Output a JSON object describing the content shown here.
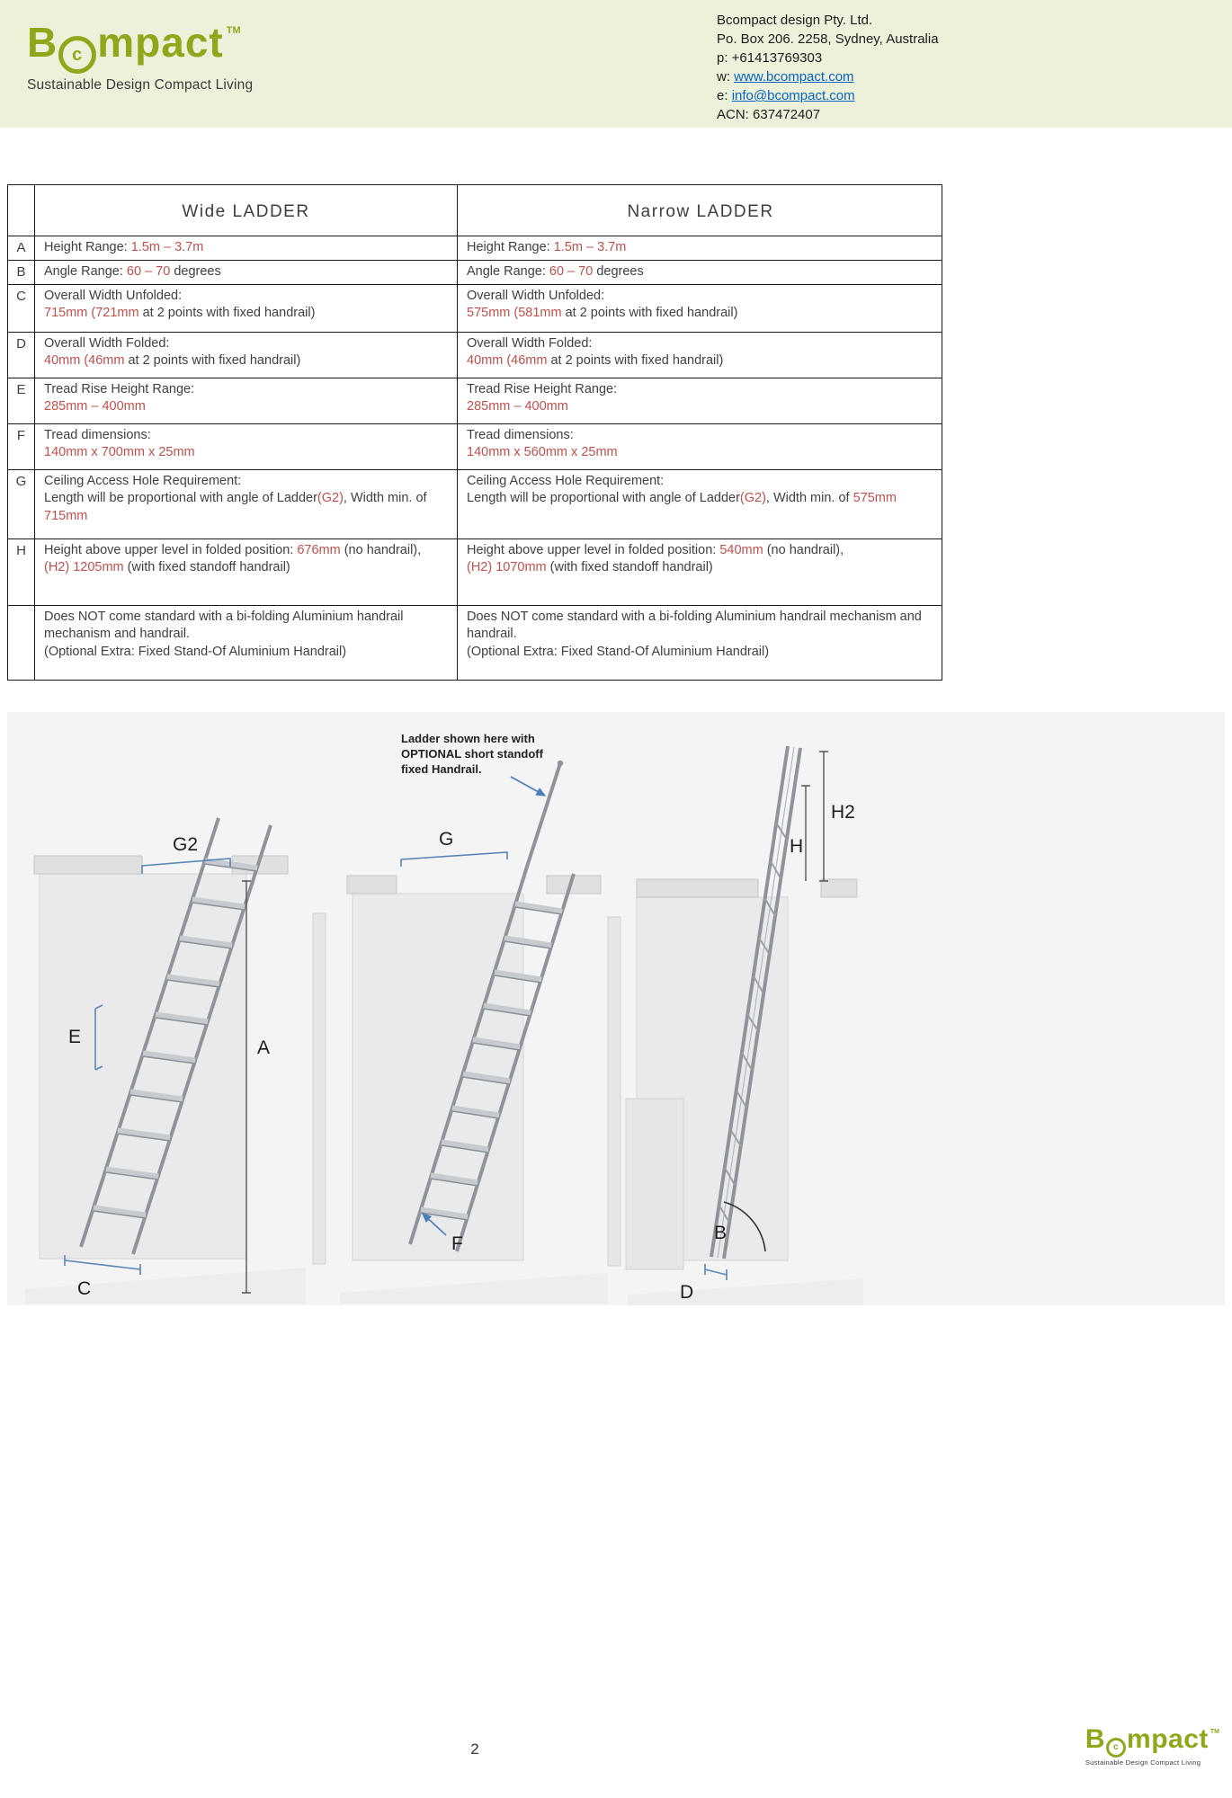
{
  "colors": {
    "brand_green": "#8fa71b",
    "value_red": "#c0504d",
    "link_blue": "#0563c1",
    "header_band": "#eef1da",
    "dimension_blue": "#5b86b8"
  },
  "brand": {
    "wordmark_pre": "B",
    "wordmark_ring": "c",
    "wordmark_post": "mpact",
    "trademark": "TM",
    "tagline": "Sustainable Design Compact Living"
  },
  "header": {
    "contact": {
      "company": "Bcompact design Pty. Ltd.",
      "address": "Po. Box 206. 2258, Sydney, Australia",
      "phone": "p: +61413769303",
      "web_prefix": "w: ",
      "web": "www.bcompact.com",
      "email_prefix": "e: ",
      "email": "info@bcompact.com",
      "acn": "ACN: 637472407"
    }
  },
  "table": {
    "wide_header": "Wide LADDER",
    "narrow_header": "Narrow LADDER",
    "rows": [
      {
        "letter": "A",
        "wide": [
          {
            "t": "Height Range: ",
            "c": "dk"
          },
          {
            "t": "1.5m – 3.7m",
            "c": "rd"
          }
        ],
        "narrow": [
          {
            "t": "Height Range: ",
            "c": "dk"
          },
          {
            "t": "1.5m – 3.7m",
            "c": "rd"
          }
        ]
      },
      {
        "letter": "B",
        "wide": [
          {
            "t": "Angle Range: ",
            "c": "dk"
          },
          {
            "t": "60 – 70",
            "c": "rd"
          },
          {
            "t": " degrees",
            "c": "dk"
          }
        ],
        "narrow": [
          {
            "t": "Angle Range: ",
            "c": "dk"
          },
          {
            "t": "60 – 70",
            "c": "rd"
          },
          {
            "t": " degrees",
            "c": "dk"
          }
        ]
      },
      {
        "letter": "C",
        "wide": [
          {
            "t": "Overall Width Unfolded:\n",
            "c": "dk"
          },
          {
            "t": "715mm (721mm",
            "c": "rd"
          },
          {
            "t": " at 2 points with fixed handrail)",
            "c": "dk"
          }
        ],
        "narrow": [
          {
            "t": "Overall Width Unfolded:\n",
            "c": "dk"
          },
          {
            "t": "575mm (581mm",
            "c": "rd"
          },
          {
            "t": " at 2 points with fixed handrail)",
            "c": "dk"
          }
        ]
      },
      {
        "letter": "D",
        "wide": [
          {
            "t": "Overall Width Folded:\n",
            "c": "dk"
          },
          {
            "t": "40mm (46mm",
            "c": "rd"
          },
          {
            "t": " at 2 points with fixed handrail)",
            "c": "dk"
          }
        ],
        "narrow": [
          {
            "t": "Overall Width Folded:\n",
            "c": "dk"
          },
          {
            "t": "40mm (46mm",
            "c": "rd"
          },
          {
            "t": " at 2 points with fixed handrail)",
            "c": "dk"
          }
        ]
      },
      {
        "letter": "E",
        "wide": [
          {
            "t": "Tread Rise Height Range:\n",
            "c": "dk"
          },
          {
            "t": "285mm – 400mm",
            "c": "rd"
          }
        ],
        "narrow": [
          {
            "t": "Tread Rise Height Range:\n",
            "c": "dk"
          },
          {
            "t": "285mm – 400mm",
            "c": "rd"
          }
        ]
      },
      {
        "letter": "F",
        "wide": [
          {
            "t": "Tread dimensions:\n",
            "c": "dk"
          },
          {
            "t": "140mm x 700mm x 25mm",
            "c": "rd"
          }
        ],
        "narrow": [
          {
            "t": "Tread dimensions:\n",
            "c": "dk"
          },
          {
            "t": "140mm x 560mm x 25mm",
            "c": "rd"
          }
        ]
      },
      {
        "letter": "G",
        "wide": [
          {
            "t": "Ceiling Access Hole Requirement:\n",
            "c": "dk"
          },
          {
            "t": "Length will be proportional with angle of Ladder",
            "c": "dk"
          },
          {
            "t": "(G2)",
            "c": "rd"
          },
          {
            "t": ", Width min. of ",
            "c": "dk"
          },
          {
            "t": "715mm",
            "c": "rd"
          }
        ],
        "narrow": [
          {
            "t": "Ceiling Access Hole Requirement:\n",
            "c": "dk"
          },
          {
            "t": "Length will be proportional with angle of Ladder",
            "c": "dk"
          },
          {
            "t": "(G2)",
            "c": "rd"
          },
          {
            "t": ", Width min. of ",
            "c": "dk"
          },
          {
            "t": "575mm",
            "c": "rd"
          }
        ]
      },
      {
        "letter": "H",
        "wide": [
          {
            "t": "Height above upper level in folded position: ",
            "c": "dk"
          },
          {
            "t": "676mm",
            "c": "rd"
          },
          {
            "t": " (no handrail),\n",
            "c": "dk"
          },
          {
            "t": "(H2) 1205mm",
            "c": "rd"
          },
          {
            "t": " (with fixed standoff handrail)",
            "c": "dk"
          }
        ],
        "narrow": [
          {
            "t": "Height above upper level in folded position: ",
            "c": "dk"
          },
          {
            "t": "540mm",
            "c": "rd"
          },
          {
            "t": " (no handrail),\n",
            "c": "dk"
          },
          {
            "t": "(H2) 1070mm",
            "c": "rd"
          },
          {
            "t": " (with fixed standoff handrail)",
            "c": "dk"
          }
        ]
      },
      {
        "letter": "",
        "wide": [
          {
            "t": "Does NOT come standard with a bi-folding Aluminium handrail mechanism and handrail.\n",
            "c": "dk"
          },
          {
            "t": "(Optional Extra: Fixed Stand-Of Aluminium Handrail)",
            "c": "dk"
          }
        ],
        "narrow": [
          {
            "t": "Does NOT come standard with a bi-folding Aluminium handrail mechanism and handrail.\n",
            "c": "dk"
          },
          {
            "t": "(Optional Extra: Fixed Stand-Of Aluminium Handrail)",
            "c": "dk"
          }
        ]
      }
    ]
  },
  "diagram": {
    "annotation": [
      "Ladder shown here with",
      "OPTIONAL short standoff",
      "fixed Handrail."
    ],
    "labels": {
      "g2": "G2",
      "g": "G",
      "h2": "H2",
      "h": "H",
      "e": "E",
      "a": "A",
      "b": "B",
      "c": "C",
      "d": "D",
      "f": "F"
    }
  },
  "footer": {
    "page_number": "2"
  }
}
